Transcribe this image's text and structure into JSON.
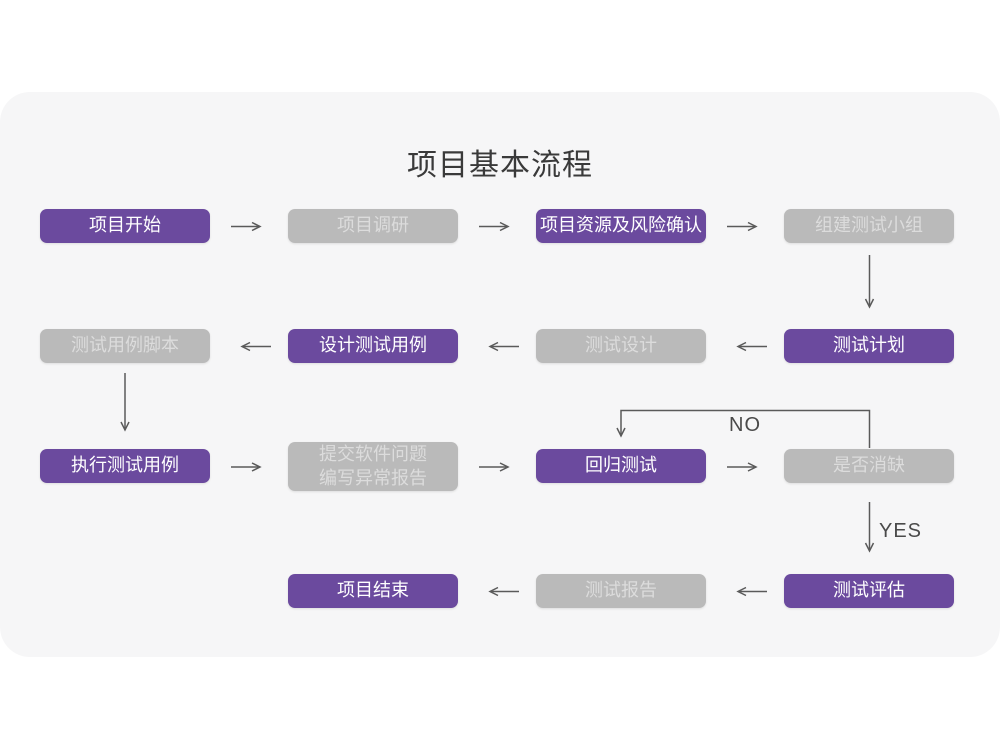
{
  "title": "项目基本流程",
  "colors": {
    "panel_bg": "#f6f6f7",
    "purple_box": "#6b4a9e",
    "gray_box": "#bababa",
    "purple_text": "#ffffff",
    "gray_text": "#dcdcdc",
    "arrow": "#5a5a5a",
    "title_text": "#3a3a3a"
  },
  "nodes": [
    {
      "label": "项目开始",
      "variant": "purple"
    },
    {
      "label": "项目调研",
      "variant": "gray"
    },
    {
      "label": "项目资源及风险确认",
      "variant": "purple"
    },
    {
      "label": "组建测试小组",
      "variant": "gray"
    },
    {
      "label": "测试计划",
      "variant": "purple"
    },
    {
      "label": "测试设计",
      "variant": "gray"
    },
    {
      "label": "设计测试用例",
      "variant": "purple"
    },
    {
      "label": "测试用例脚本",
      "variant": "gray"
    },
    {
      "label": "执行测试用例",
      "variant": "purple"
    },
    {
      "label": "提交软件问题\n编写异常报告",
      "variant": "gray"
    },
    {
      "label": "回归测试",
      "variant": "purple"
    },
    {
      "label": "是否消缺",
      "variant": "gray"
    },
    {
      "label": "测试评估",
      "variant": "purple"
    },
    {
      "label": "测试报告",
      "variant": "gray"
    },
    {
      "label": "项目结束",
      "variant": "purple"
    }
  ],
  "edge_labels": {
    "no": "NO",
    "yes": "YES"
  },
  "edges": [
    {
      "from": "项目开始",
      "to": "项目调研"
    },
    {
      "from": "项目调研",
      "to": "项目资源及风险确认"
    },
    {
      "from": "项目资源及风险确认",
      "to": "组建测试小组"
    },
    {
      "from": "组建测试小组",
      "to": "测试计划"
    },
    {
      "from": "测试计划",
      "to": "测试设计"
    },
    {
      "from": "测试设计",
      "to": "设计测试用例"
    },
    {
      "from": "设计测试用例",
      "to": "测试用例脚本"
    },
    {
      "from": "测试用例脚本",
      "to": "执行测试用例"
    },
    {
      "from": "执行测试用例",
      "to": "提交软件问题 编写异常报告"
    },
    {
      "from": "提交软件问题 编写异常报告",
      "to": "回归测试"
    },
    {
      "from": "回归测试",
      "to": "是否消缺"
    },
    {
      "from": "是否消缺",
      "to": "回归测试",
      "label": "NO"
    },
    {
      "from": "是否消缺",
      "to": "测试评估",
      "label": "YES"
    },
    {
      "from": "测试评估",
      "to": "测试报告"
    },
    {
      "from": "测试报告",
      "to": "项目结束"
    }
  ]
}
